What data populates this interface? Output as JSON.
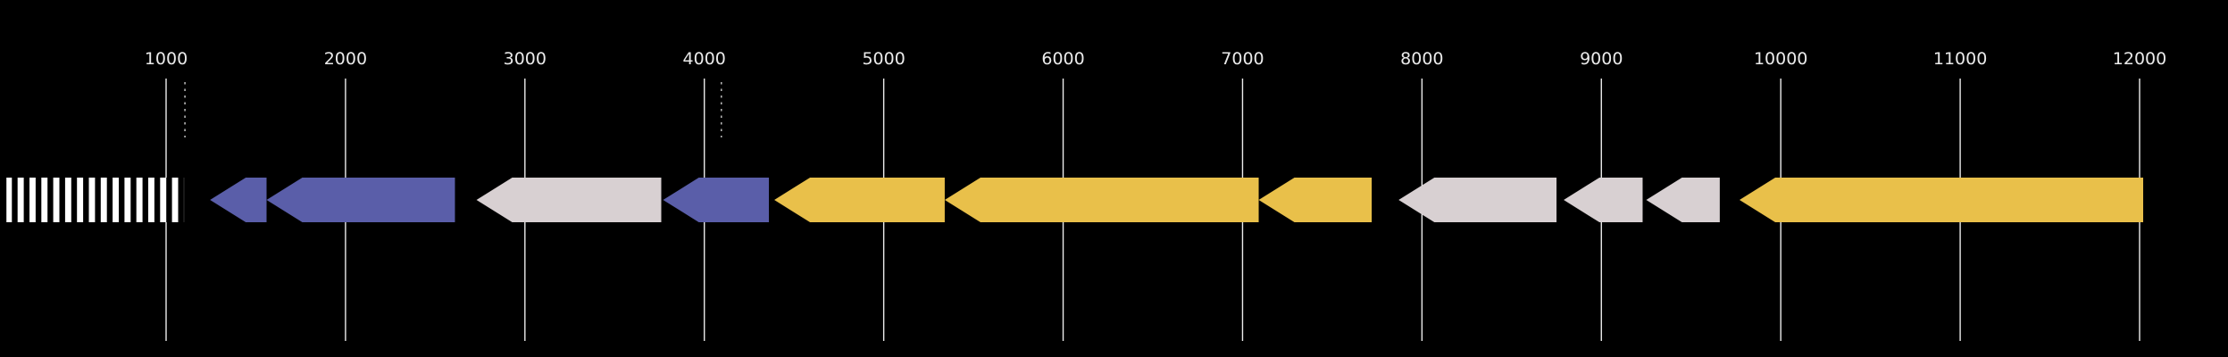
{
  "page": {
    "background": "#000000"
  },
  "chart_data": {
    "type": "genome-feature-map",
    "title": "",
    "axis": {
      "unit": "bp",
      "ticks": [
        1000,
        2000,
        3000,
        4000,
        5000,
        6000,
        7000,
        8000,
        9000,
        10000,
        11000,
        12000
      ],
      "range_bp": [
        75,
        12490
      ],
      "tick_label_color": "#eaeaea",
      "gridline_color": "#ececec",
      "grid": true
    },
    "breaks_bp": [
      1105,
      4095
    ],
    "colors": {
      "blue": "#5a5ea9",
      "lavender_gray": "#d8d0d2",
      "gold": "#e9c04a",
      "stripe_foreground": "#000000",
      "stripe_background": "#ffffff"
    },
    "features": [
      {
        "id": "repeat-region",
        "shape": "box-striped",
        "strand": null,
        "start": 110,
        "end": 1100,
        "fill": "stripes"
      },
      {
        "id": "cds-arrow-1",
        "shape": "arrow",
        "strand": "-",
        "start": 1245,
        "end": 1560,
        "fill": "#5a5ea9"
      },
      {
        "id": "cds-arrow-2",
        "shape": "arrow",
        "strand": "-",
        "start": 1560,
        "end": 2610,
        "fill": "#5a5ea9"
      },
      {
        "id": "cds-arrow-3",
        "shape": "arrow",
        "strand": "-",
        "start": 2730,
        "end": 3760,
        "fill": "#d8d0d2"
      },
      {
        "id": "cds-arrow-4",
        "shape": "arrow",
        "strand": "-",
        "start": 3770,
        "end": 4360,
        "fill": "#5a5ea9"
      },
      {
        "id": "cds-arrow-5",
        "shape": "arrow",
        "strand": "-",
        "start": 4390,
        "end": 5340,
        "fill": "#e9c04a"
      },
      {
        "id": "cds-arrow-6",
        "shape": "arrow",
        "strand": "-",
        "start": 5340,
        "end": 7090,
        "fill": "#e9c04a"
      },
      {
        "id": "cds-arrow-7",
        "shape": "arrow",
        "strand": "-",
        "start": 7090,
        "end": 7720,
        "fill": "#e9c04a"
      },
      {
        "id": "cds-arrow-8",
        "shape": "arrow",
        "strand": "-",
        "start": 7870,
        "end": 8750,
        "fill": "#d8d0d2"
      },
      {
        "id": "cds-arrow-9",
        "shape": "arrow",
        "strand": "-",
        "start": 8790,
        "end": 9230,
        "fill": "#d8d0d2"
      },
      {
        "id": "cds-arrow-10",
        "shape": "arrow",
        "strand": "-",
        "start": 9250,
        "end": 9660,
        "fill": "#d8d0d2"
      },
      {
        "id": "cds-arrow-11",
        "shape": "arrow",
        "strand": "-",
        "start": 9770,
        "end": 12020,
        "fill": "#e9c04a"
      }
    ]
  }
}
